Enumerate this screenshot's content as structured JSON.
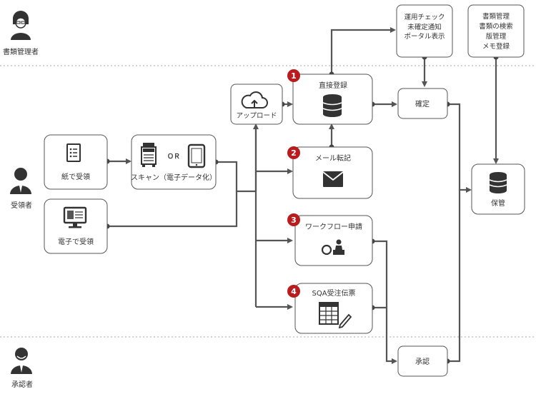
{
  "lanes": {
    "doc_manager": "書類管理者",
    "receiver": "受領者",
    "approver": "承認者"
  },
  "nodes": {
    "paper": "紙で受領",
    "electronic": "電子で受領",
    "scan": "スキャン（電子データ化）",
    "or": "ＯＲ",
    "upload": "アップロード",
    "direct": "直接登録",
    "mail": "メール転記",
    "workflow": "ワークフロー申請",
    "sqa": "SQA受注伝票",
    "confirm": "確定",
    "approve": "承認",
    "storage": "保管",
    "ops_check": [
      "運用チェック",
      "未確定通知",
      "ポータル表示"
    ],
    "search": [
      "書類管理",
      "書類の検索",
      "版管理",
      "メモ登録"
    ]
  },
  "badges": [
    "1",
    "2",
    "3",
    "4"
  ],
  "colors": {
    "badge": "#b81c1c",
    "line": "#555555",
    "icon": "#333333"
  }
}
